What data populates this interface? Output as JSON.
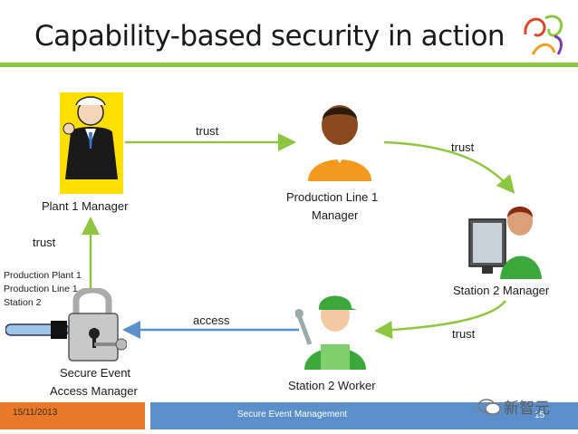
{
  "title": "Capability-based security in action",
  "nodes": {
    "plant_manager": "Plant 1 Manager",
    "line_manager_1": "Production Line 1",
    "line_manager_2": "Manager",
    "station_manager": "Station 2 Manager",
    "station_worker": "Station 2 Worker",
    "access_manager_1": "Secure Event",
    "access_manager_2": "Access Manager"
  },
  "edges": {
    "plant_to_line": "trust",
    "line_to_station": "trust",
    "station_to_worker": "trust",
    "worker_to_access": "access",
    "access_to_plant": "trust"
  },
  "capabilities": [
    "Production Plant 1",
    "Production Line 1",
    "Station 2"
  ],
  "footer": {
    "date": "15/11/2013",
    "center": "Secure Event Management",
    "page": "15"
  },
  "watermark": "新智元",
  "colors": {
    "accent_green": "#8dc63f",
    "access_blue": "#5b8fc9",
    "footer_orange": "#e8792a"
  }
}
